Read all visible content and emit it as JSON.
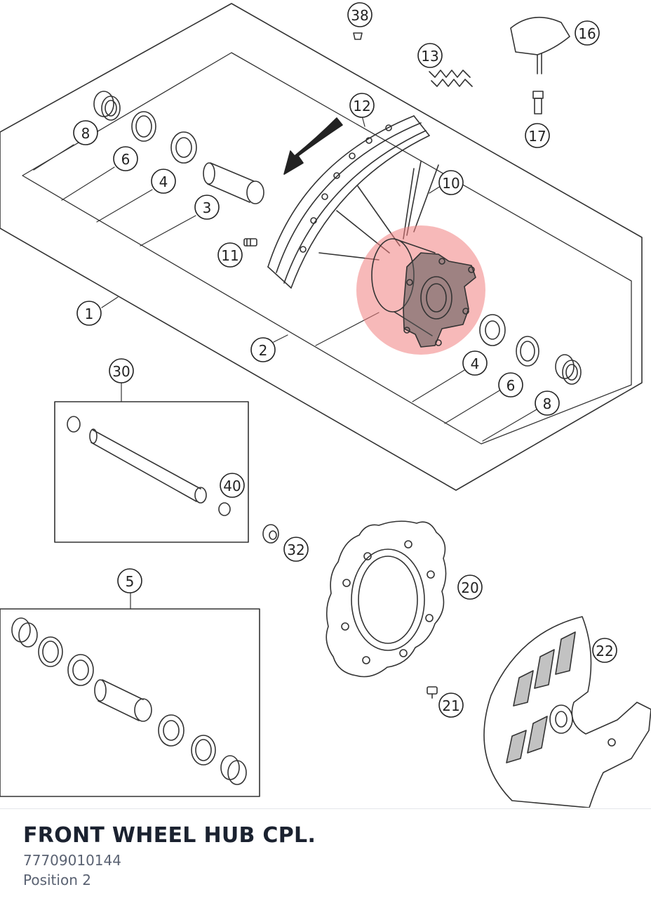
{
  "diagram": {
    "callouts": [
      "38",
      "16",
      "13",
      "12",
      "17",
      "8",
      "6",
      "4",
      "3",
      "10",
      "11",
      "1",
      "2",
      "4",
      "6",
      "8",
      "30",
      "40",
      "32",
      "20",
      "5",
      "22",
      "21"
    ],
    "highlight_color": "#f08080"
  },
  "caption": {
    "title": "FRONT WHEEL HUB CPL.",
    "part_number": "77709010144",
    "position": "Position 2"
  }
}
